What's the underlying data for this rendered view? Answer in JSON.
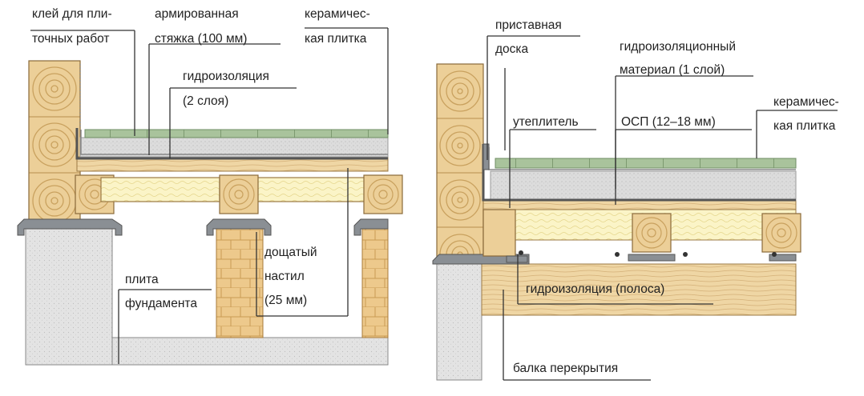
{
  "left": {
    "glue_line1": "клей для пли-",
    "glue_line2": "точных работ",
    "screed_line1": "армированная",
    "screed_line2": "стяжка (100 мм)",
    "tile_line1": "керамичес-",
    "tile_line2": "кая плитка",
    "waterproof_line1": "гидроизоляция",
    "waterproof_line2": "(2 слоя)",
    "decking_line1": "дощатый",
    "decking_line2": "настил",
    "decking_line3": "(25 мм)",
    "slab_line1": "плита",
    "slab_line2": "фундамента"
  },
  "right": {
    "board_line1": "приставная",
    "board_line2": "доска",
    "membrane_line1": "гидроизоляционный",
    "membrane_line2": "материал (1 слой)",
    "insulation": "утеплитель",
    "osb": "ОСП (12–18 мм)",
    "tile_line1": "керамичес-",
    "tile_line2": "кая плитка",
    "strip": "гидроизоляция (полоса)",
    "beam": "балка перекрытия"
  },
  "colors": {
    "wood": "#eccf98",
    "wood_ring": "#c9a15e",
    "brick": "#edc98c",
    "concrete": "#e3e3e3",
    "screed": "#dadada",
    "tile": "#a9c39c",
    "insulation": "#fbf4c7",
    "membrane": "#555555"
  }
}
